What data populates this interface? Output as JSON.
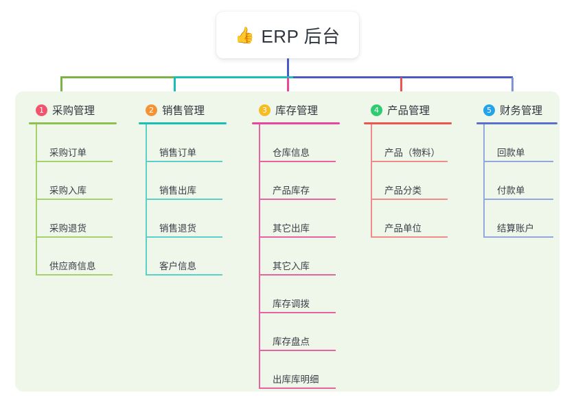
{
  "root": {
    "icon": "thumbs-up-icon",
    "icon_glyph": "👍",
    "title": "ERP 后台"
  },
  "colors": {
    "panel_bg": "#eef7e9",
    "card_bg": "#ffffff",
    "text": "#2f3640",
    "green": "#7cb342",
    "teal": "#17bfb5",
    "pink": "#e8469a",
    "red": "#ef5350",
    "blue": "#4a5ac4",
    "item_blue": "#7f93d8",
    "badge_1": "#f2536d",
    "badge_2": "#f59233",
    "badge_3": "#f5bd22",
    "badge_4": "#2ecc71",
    "badge_5": "#25a3e8"
  },
  "connectors": {
    "trunk_color": "#4a5ac4",
    "bar_segments": [
      {
        "name": "green-segment",
        "color": "#7cb342"
      },
      {
        "name": "teal-segment",
        "color": "#17bfb5"
      },
      {
        "name": "blue-segment",
        "color": "#4a5ac4"
      }
    ],
    "drops": [
      {
        "name": "drop-purchase",
        "color": "#7cb342"
      },
      {
        "name": "drop-sales",
        "color": "#17bfb5"
      },
      {
        "name": "drop-inventory",
        "color": "#e8469a"
      },
      {
        "name": "drop-product",
        "color": "#ef5350"
      },
      {
        "name": "drop-finance",
        "color": "#7f93d8"
      }
    ]
  },
  "columns": [
    {
      "index": "1",
      "badge_color": "#f2536d",
      "line_color": "#8cc152",
      "item_line_color": "#a5d06a",
      "title": "采购管理",
      "items": [
        "采购订单",
        "采购入库",
        "采购退货",
        "供应商信息"
      ]
    },
    {
      "index": "2",
      "badge_color": "#f59233",
      "line_color": "#17bfb5",
      "item_line_color": "#5ccfc8",
      "title": "销售管理",
      "items": [
        "销售订单",
        "销售出库",
        "销售退货",
        "客户信息"
      ]
    },
    {
      "index": "3",
      "badge_color": "#f5bd22",
      "line_color": "#e8469a",
      "item_line_color": "#e8629f",
      "title": "库存管理",
      "items": [
        "仓库信息",
        "产品库存",
        "其它出库",
        "其它入库",
        "库存调拨",
        "库存盘点",
        "出库库明细"
      ]
    },
    {
      "index": "4",
      "badge_color": "#2ecc71",
      "line_color": "#ef5350",
      "item_line_color": "#f28b88",
      "title": "产品管理",
      "items": [
        "产品（物料）",
        "产品分类",
        "产品单位"
      ]
    },
    {
      "index": "5",
      "badge_color": "#25a3e8",
      "line_color": "#5a6fc9",
      "item_line_color": "#93a6de",
      "title": "财务管理",
      "items": [
        "回款单",
        "付款单",
        "结算账户"
      ]
    }
  ]
}
